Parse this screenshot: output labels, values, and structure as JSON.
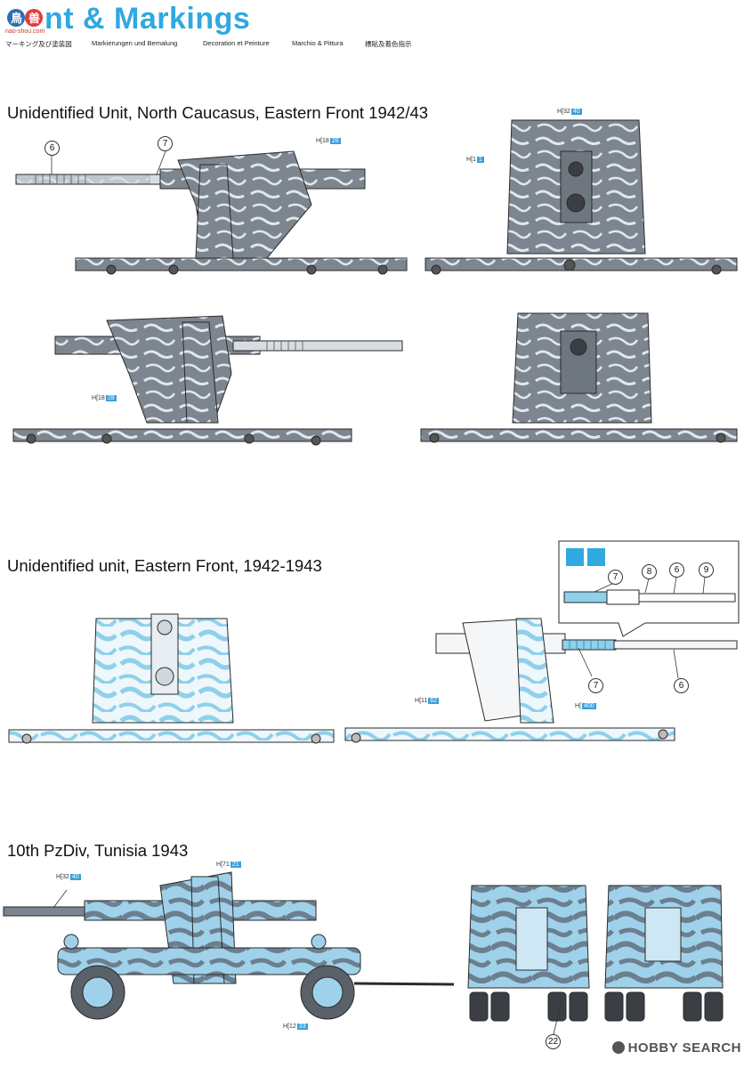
{
  "header": {
    "title": "nt & Markings",
    "logo_text": "nao-shou.com",
    "languages": [
      "マーキング及び塗装図",
      "Markierungen und Bemalung",
      "Decoration et Peinture",
      "Marchio & Pittura",
      "標貼及着色指示"
    ]
  },
  "sections": [
    {
      "title": "Unidentified Unit, North Caucasus, Eastern Front 1942/43"
    },
    {
      "title": "Unidentified unit, Eastern Front, 1942-1943"
    },
    {
      "title": "10th PzDiv, Tunisia 1943"
    }
  ],
  "callouts": {
    "c6a": "6",
    "c7a": "7",
    "c7b": "7",
    "c8b": "8",
    "c6b": "6",
    "c9b": "9",
    "c7c": "7",
    "c6c": "6",
    "c22": "22"
  },
  "paint_codes": {
    "p1": {
      "h": "H",
      "a": "18",
      "b": "28"
    },
    "p2": {
      "h": "H",
      "a": "32",
      "b": "40"
    },
    "p3": {
      "h": "H",
      "a": "1",
      "b": "1"
    },
    "p4": {
      "h": "H",
      "a": "18",
      "b": "28"
    },
    "p5": {
      "h": "H",
      "a": "11",
      "b": "62"
    },
    "p6": {
      "h": "H",
      "a": "",
      "b": "400"
    },
    "p7": {
      "h": "H",
      "a": "32",
      "b": "40"
    },
    "p8": {
      "h": "H",
      "a": "71",
      "b": "21"
    },
    "p9": {
      "h": "H",
      "a": "12",
      "b": "33"
    }
  },
  "watermark": "HOBBY SEARCH",
  "colors": {
    "accent": "#2fa9e0",
    "grey_camo": "#7d858f",
    "light_camo": "#c9e8f4",
    "dark_outline": "#2a2a2a"
  }
}
